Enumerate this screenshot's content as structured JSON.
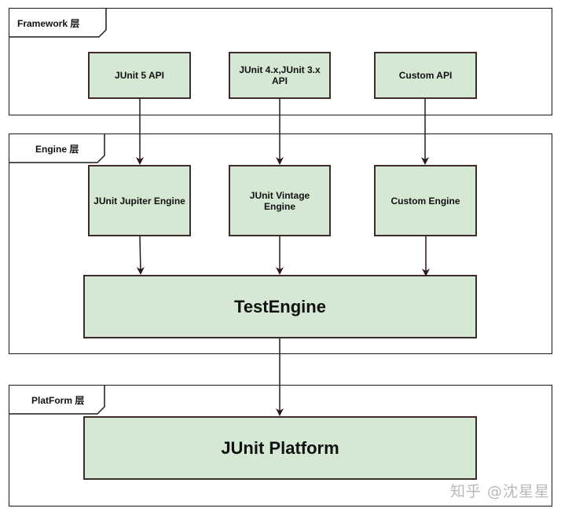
{
  "layers": {
    "framework": {
      "label": "Framework 层"
    },
    "engine": {
      "label": "Engine 层"
    },
    "platform": {
      "label": "PlatForm 层"
    }
  },
  "nodes": {
    "junit5_api": "JUnit 5 API",
    "junit4_api": "JUnit 4.x,JUnit 3.x API",
    "custom_api": "Custom API",
    "jupiter_engine": "JUnit Jupiter Engine",
    "vintage_engine": "JUnit Vintage Engine",
    "custom_engine": "Custom Engine",
    "test_engine": "TestEngine",
    "junit_platform": "JUnit Platform"
  },
  "edges": [
    {
      "from": "JUnit 5 API",
      "to": "JUnit Jupiter Engine"
    },
    {
      "from": "JUnit 4.x,JUnit 3.x API",
      "to": "JUnit Vintage Engine"
    },
    {
      "from": "Custom API",
      "to": "Custom Engine"
    },
    {
      "from": "JUnit Jupiter Engine",
      "to": "TestEngine"
    },
    {
      "from": "JUnit Vintage Engine",
      "to": "TestEngine"
    },
    {
      "from": "Custom Engine",
      "to": "TestEngine"
    },
    {
      "from": "TestEngine",
      "to": "JUnit Platform"
    }
  ],
  "colors": {
    "node_fill": "#d5e8d4",
    "node_border": "#3b2b2b",
    "arrow": "#2a1620"
  },
  "watermark": "知乎 @沈星星"
}
